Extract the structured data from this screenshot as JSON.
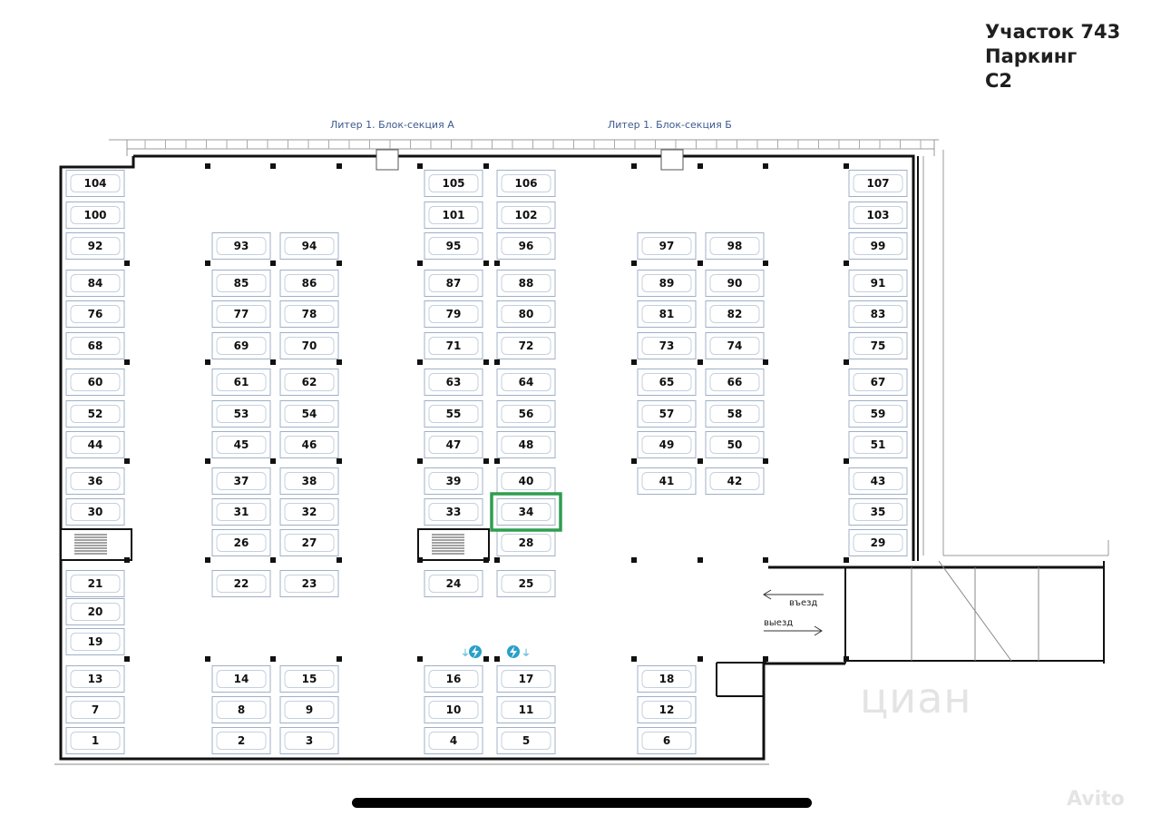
{
  "title_lines": [
    "Участок 743",
    "Паркинг",
    "С2"
  ],
  "sections": {
    "a": "Литер 1. Блок-секция А",
    "b": "Литер 1. Блок-секция Б"
  },
  "arrows": {
    "in": "въезд",
    "out": "выезд"
  },
  "highlight": {
    "spot": "34",
    "color": "#2e9e4f"
  },
  "accent_color": "#2aa0c8",
  "watermarks": {
    "cian": "циан",
    "avito": "Avito"
  },
  "spots": {
    "c1": [
      "104",
      "100",
      "92",
      "84",
      "76",
      "68",
      "60",
      "52",
      "44",
      "36",
      "30",
      "21",
      "20",
      "19",
      "13",
      "7",
      "1"
    ],
    "c2": [
      "93",
      "85",
      "77",
      "69",
      "61",
      "53",
      "45",
      "37",
      "31",
      "26",
      "22",
      "14",
      "8",
      "2"
    ],
    "c3": [
      "94",
      "86",
      "78",
      "70",
      "62",
      "54",
      "46",
      "38",
      "32",
      "27",
      "23",
      "15",
      "9",
      "3"
    ],
    "c4": [
      "105",
      "101",
      "95",
      "87",
      "79",
      "71",
      "63",
      "55",
      "47",
      "39",
      "33",
      "24",
      "16",
      "10",
      "4"
    ],
    "c5": [
      "106",
      "102",
      "96",
      "88",
      "80",
      "72",
      "64",
      "56",
      "48",
      "40",
      "34",
      "28",
      "25",
      "17",
      "11",
      "5"
    ],
    "c6": [
      "97",
      "89",
      "81",
      "73",
      "65",
      "57",
      "49",
      "41",
      "18",
      "12",
      "6"
    ],
    "c7": [
      "98",
      "90",
      "82",
      "74",
      "66",
      "58",
      "50",
      "42"
    ],
    "c8": [
      "107",
      "103",
      "99",
      "91",
      "83",
      "75",
      "67",
      "59",
      "51",
      "43",
      "35",
      "29"
    ]
  }
}
